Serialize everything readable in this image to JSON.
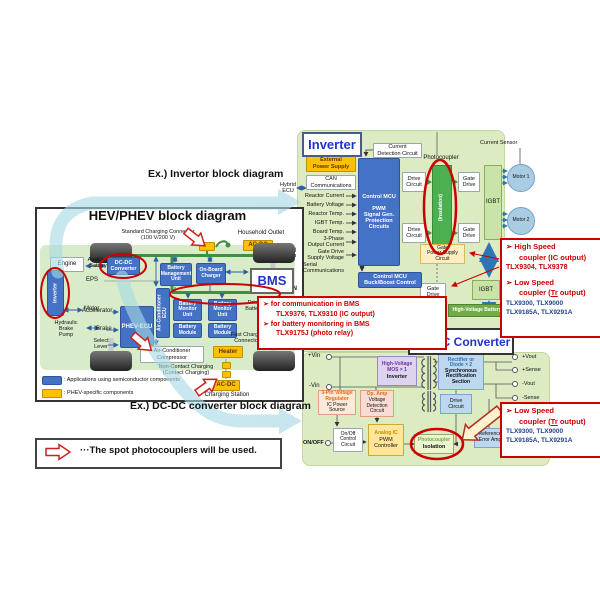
{
  "colors": {
    "highlight_red": "#cc0000",
    "box_blue": "#4472c4",
    "phev_yellow": "#ffc000",
    "panel_green": "#dcebc2",
    "cyan_arrow": "#a8d8e4",
    "bus_green": "#3f9142",
    "part_number_blue": "#1f3f8f",
    "title_blue": "#2233cc"
  },
  "notes": {
    "inverter_example": "Ex.) Invertor block diagram",
    "dcdc_example": "Ex.) DC-DC converter block diagram",
    "spot_note": "···The spot photocouplers will be used."
  },
  "hev": {
    "title": "HEV/PHEV block diagram",
    "std_conn": "Standard Charging Connector\n(100 V/200 V)",
    "household": "Household Outlet",
    "acdc_top": "AC-DC",
    "can_top": "CAN",
    "can_mid": "CAN",
    "engine": "Engine",
    "aux": "Auxiliary\nBattery",
    "dcdc": "DC-DC\nConverter",
    "inverter": "Inverter",
    "eps": "EPS",
    "motor": "Motor",
    "hydraulic": "Hydraulic\nBrake\nPump",
    "accelerator": "Accelerator",
    "brake": "Brake",
    "select": "Select\nLever",
    "phev_ecu": "PHEV-ECU",
    "ac_ecu": "Air-Conditioner\nECU",
    "bmu": "Battery\nManagement\nUnit",
    "obc": "On-Board\nCharger",
    "bms": "BMS",
    "battery_monitor": "Battery\nMonitor\nUnit",
    "battery_module": "Battery\nModule",
    "drive_battery": "Drive\nBattery",
    "compressor": "Air-Conditioner\nCompressor",
    "heater": "Heater",
    "fast_charger": "Fast Charger\nConnector",
    "non_contact": "Non-Contact Charging\n(Contact Charging)",
    "acdc_bottom": "AC-DC",
    "charging_station": "Charging Station",
    "legend_semi": ": Applications using semiconductor components",
    "legend_phev": ": PHEV-specific components"
  },
  "inv": {
    "title": "Inverter",
    "hybrid_ecu": "Hybrid\nECU",
    "ext_power": "External\nPower Supply",
    "can_comm": "CAN\nCommunications",
    "inputs": [
      "Reactor Current",
      "Battery Voltage",
      "Reactor Temp.",
      "IGBT Temp.",
      "Board Temp.",
      "3-Phase\nOutput Current",
      "Gate Drive\nSupply Voltage"
    ],
    "serial": "Serial Communications",
    "mcu": "Control MCU\n\nPWM\nSignal Gen.\nProtection\nCircuits",
    "cur_det": "Current\nDetection Circuit",
    "photocoupler": "Photocoupler",
    "cur_sensor": "Current Sensor",
    "drive": "Drive\nCircuit",
    "insulation": "(Insulation)",
    "gate_drive": "Gate\nDrive",
    "igbt": "IGBT",
    "gate_psu": "Gate\nPower Supply\nCircuit",
    "mcu_buck": "Control MCU\nBuck/Boost Control",
    "buck_boost": "Buck/Boost",
    "hv_battery": "High-Voltage Battery",
    "motor1": "Motor 1",
    "motor2": "Motor 2"
  },
  "dc": {
    "title": "DC-DC Converter",
    "vin_p": "+Vin",
    "vin_m": "-Vin",
    "onoff": "ON/OFF",
    "hvmos_t": "High-Voltage\nMOS × 1",
    "hvmos_s": "Inverter",
    "rect_t": "Rectifier or\nDiode × 2",
    "rect_s": "Synchronous\nRectification\nSection",
    "reg_t": "3-Pin Voltage\nRegulator",
    "reg_s": "IC Power\nSource",
    "opamp_t": "Op. Amp",
    "opamp_s": "Voltage\nDetection\nCircuit",
    "onoff_box": "On/Off\nControl\nCircuit",
    "analog_t": "Analog IC",
    "analog_s": "PWM\nController",
    "drive": "Drive\nCircuit",
    "pc_t": "Photocoupler",
    "pc_s": "Isolation",
    "ref": "Reference\nError Amp",
    "vout_p": "+Vout",
    "sense_p": "+Sense",
    "vout_m": "-Vout",
    "sense_m": "-Sense"
  },
  "callouts": {
    "bms": {
      "l1": "➢ for communication in BMS",
      "l2": "TLX9376, TLX9310 (IC output)",
      "l3": "➢ for battery monitoring in BMS",
      "l4": "TLX9175J (photo relay)"
    },
    "inv": {
      "hs": "➢ High Speed",
      "hs2": "coupler (IC output)",
      "hsp": "TLX9304, TLX9378",
      "ls": "➢ Low Speed",
      "ls_pre": "coupler (",
      "ls_tr": "Tr",
      "ls_post": " output)",
      "lsp1": "TLX9300, TLX9000",
      "lsp2": "TLX9185A, TLX9291A"
    },
    "dc": {
      "ls": "➢ Low Speed",
      "ls_pre": "coupler (",
      "ls_tr": "Tr",
      "ls_post": " output)",
      "lsp1": "TLX9300, TLX9000",
      "lsp2": "TLX9185A, TLX9291A"
    }
  }
}
